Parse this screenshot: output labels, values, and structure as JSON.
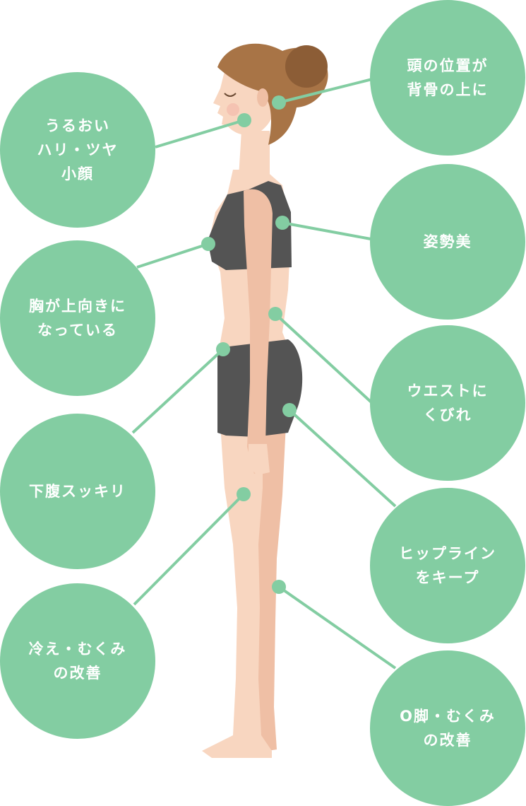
{
  "colors": {
    "accent": "#83cda2",
    "connector": "#83cda2",
    "skin": "#f8d6c0",
    "skin_shadow": "#efbfa5",
    "hair": "#a87446",
    "hair_dark": "#8c5d36",
    "clothing": "#545454"
  },
  "benefits": [
    {
      "id": "face",
      "lines": [
        "うるおい",
        "ハリ・ツヤ",
        "小顔"
      ]
    },
    {
      "id": "bust",
      "lines": [
        "胸が上向きに",
        "なっている"
      ]
    },
    {
      "id": "abdomen",
      "lines": [
        "下腹スッキリ"
      ]
    },
    {
      "id": "cold",
      "lines": [
        "冷え・むくみ",
        "の改善"
      ]
    },
    {
      "id": "head",
      "lines": [
        "頭の位置が",
        "背骨の上に"
      ]
    },
    {
      "id": "posture",
      "lines": [
        "姿勢美"
      ]
    },
    {
      "id": "waist",
      "lines": [
        "ウエストに",
        "くびれ"
      ]
    },
    {
      "id": "hip",
      "lines": [
        "ヒップライン",
        "をキープ"
      ]
    },
    {
      "id": "legs",
      "lines": [
        "O脚・むくみ",
        "の改善"
      ]
    }
  ]
}
